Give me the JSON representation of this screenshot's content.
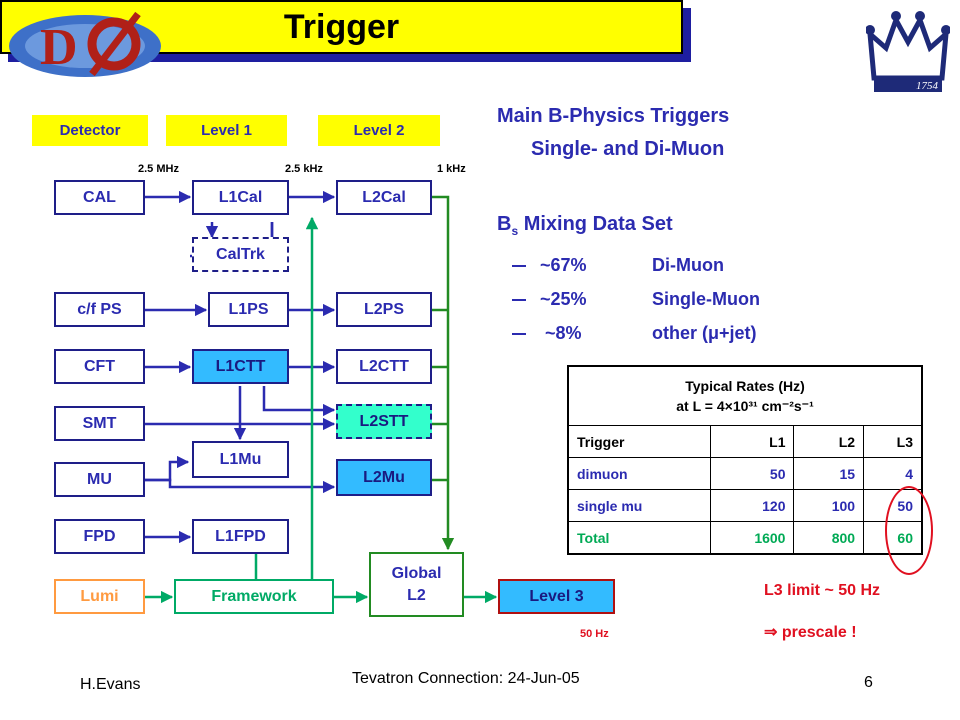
{
  "title": "Trigger",
  "diagram": {
    "headers": [
      "Detector",
      "Level 1",
      "Level 2"
    ],
    "rates": {
      "l1_in": "2.5 MHz",
      "l2_in": "2.5 kHz",
      "l3_in": "1 kHz",
      "l3_out": "50 Hz"
    },
    "detectors": [
      "CAL",
      "c/f PS",
      "CFT",
      "SMT",
      "MU",
      "FPD",
      "Lumi"
    ],
    "level1": [
      "L1Cal",
      "CalTrk",
      "L1PS",
      "L1CTT",
      "L1Mu",
      "L1FPD",
      "Framework"
    ],
    "level2": [
      "L2Cal",
      "L2PS",
      "L2CTT",
      "L2STT",
      "L2Mu"
    ],
    "global_l2": "Global L2",
    "level3": "Level 3"
  },
  "physics": {
    "heading1": "Main B-Physics Triggers",
    "heading2": "Single- and Di-Muon",
    "dataset_title_pre": "B",
    "dataset_title_sub": "s",
    "dataset_title_post": " Mixing Data Set",
    "items": [
      {
        "pct": "~67%",
        "label": "Di-Muon"
      },
      {
        "pct": "~25%",
        "label": "Single-Muon"
      },
      {
        "pct": " ~8%",
        "label": "other (μ+jet)"
      }
    ]
  },
  "rates_table": {
    "caption1": "Typical Rates (Hz)",
    "caption2": "at L = 4×10³¹ cm⁻²s⁻¹",
    "columns": [
      "Trigger",
      "L1",
      "L2",
      "L3"
    ],
    "rows": [
      [
        "dimuon",
        "50",
        "15",
        "4"
      ],
      [
        "single mu",
        "120",
        "100",
        "50"
      ],
      [
        "Total",
        "1600",
        "800",
        "60"
      ]
    ]
  },
  "notes": {
    "limit": "L3 limit ~ 50 Hz",
    "prescale": "⇒ prescale !"
  },
  "footer": {
    "author": "H.Evans",
    "event": "Tevatron Connection: 24-Jun-05",
    "page": "6"
  },
  "colors": {
    "accent_blue": "#2b2bb0",
    "header_yellow": "#ffff00",
    "green": "#00aa55",
    "red": "#e01020"
  }
}
